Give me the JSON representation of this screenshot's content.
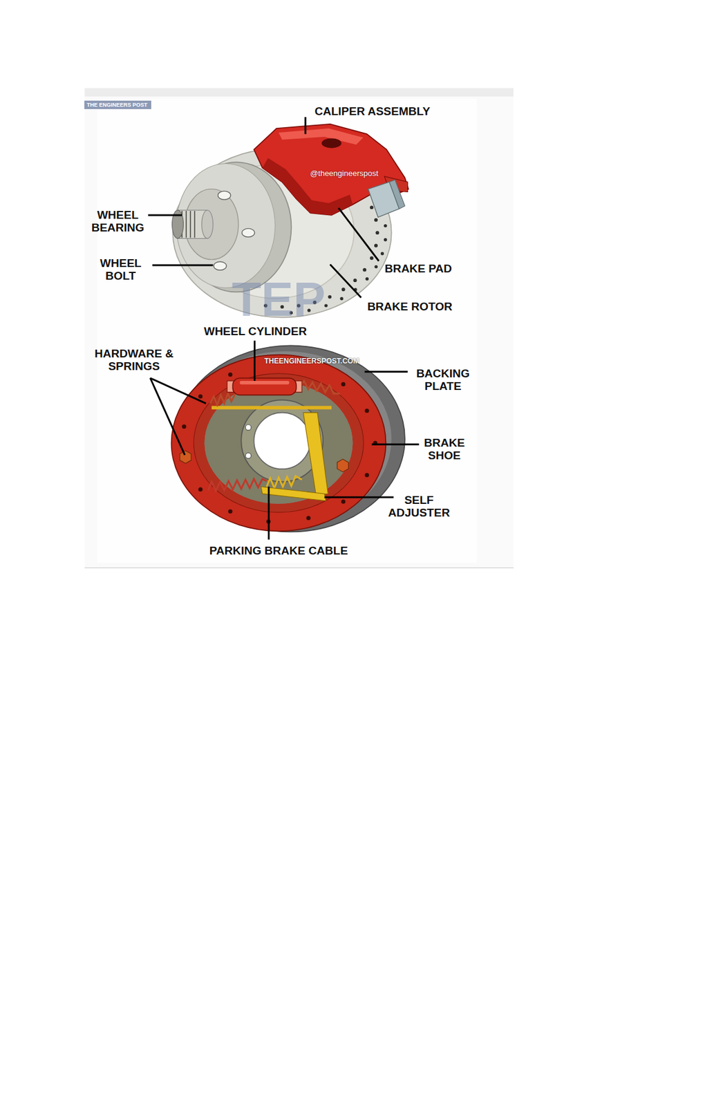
{
  "diagram": {
    "nodes": [
      {
        "text": [
          "THE ENGINEERS POST"
        ]
      }
    ],
    "labels": [
      "CALIPER ASSEMBLY",
      "WHEEL BEARING",
      "WHEEL BOLT",
      "BRAKE PAD",
      "BRAKE ROTOR",
      "@theengineerspost",
      "TEP",
      "WHEEL CYLINDER",
      "HARDWARE & SPRINGS",
      "THEENGINEERSPOST.COM",
      "BACKING PLATE",
      "BRAKE SHOE",
      "SELF ADJUSTER",
      "PARKING BRAKE CABLE"
    ]
  }
}
